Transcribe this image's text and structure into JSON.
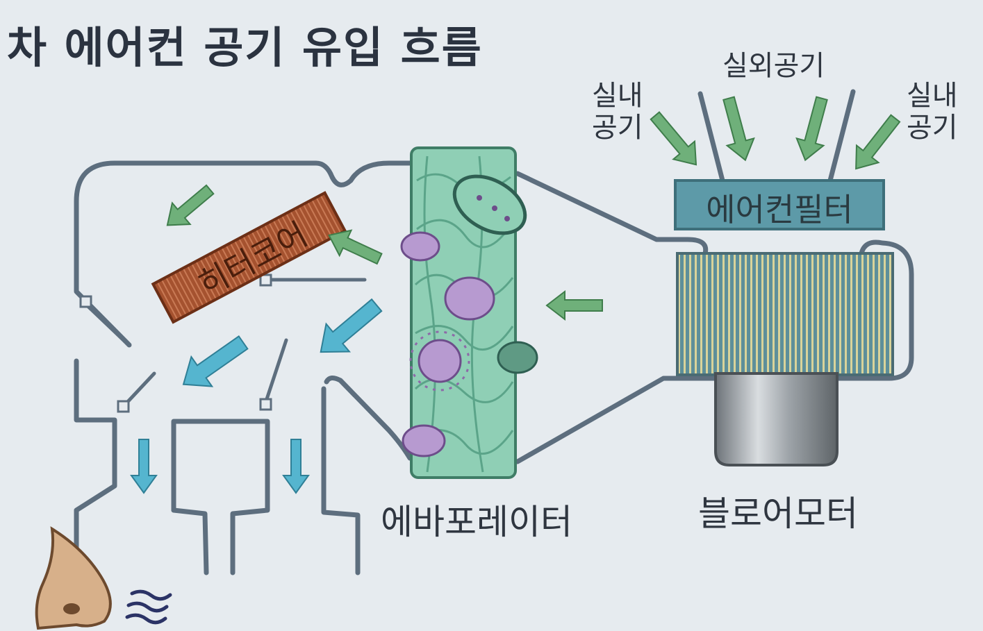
{
  "title": "차 에어컨 공기 유입 흐름",
  "labels": {
    "outside_air": "실외공기",
    "inside_air_left_1": "실내",
    "inside_air_left_2": "공기",
    "inside_air_right_1": "실내",
    "inside_air_right_2": "공기",
    "air_filter": "에어컨필터",
    "heater_core": "히터코어",
    "evaporator": "에바포레이터",
    "blower_motor": "블로어모터"
  },
  "colors": {
    "background": "#e6ebef",
    "duct": "#5d6e7e",
    "green_arrow": "#6fb07a",
    "blue_arrow": "#55b5cf",
    "filter": "#5d9aa8",
    "heater": "#a5522f",
    "evaporator": "#8fcfb5",
    "germ": "#8d6aa8",
    "germ_dark": "#3f6a5e",
    "motor": "#a8adb2"
  }
}
